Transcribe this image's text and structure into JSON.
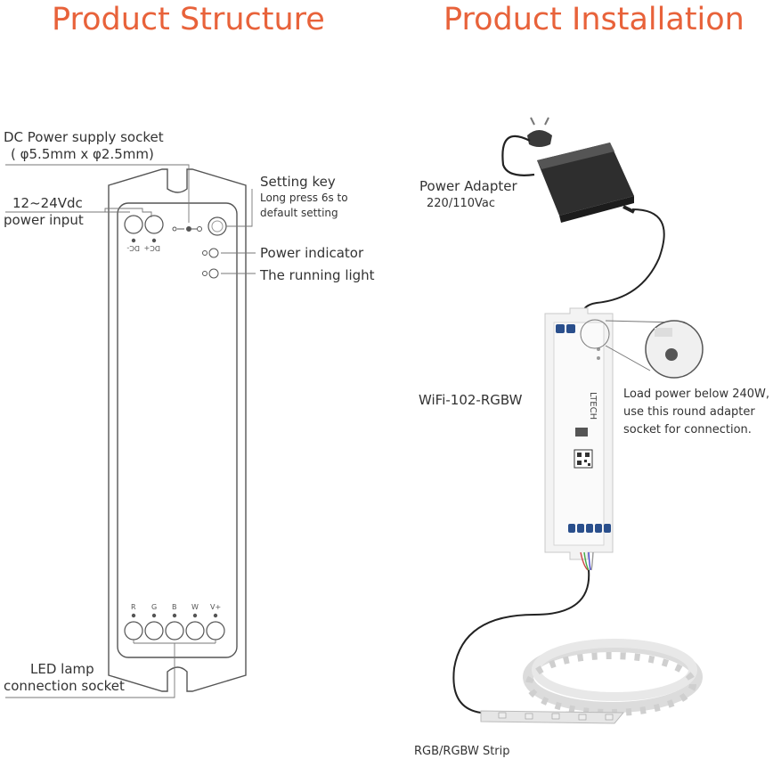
{
  "titles": {
    "structure": "Product Structure",
    "installation": "Product Installation"
  },
  "structure": {
    "dc_socket": {
      "line1": "DC Power supply socket",
      "line2": "( φ5.5mm x φ2.5mm)"
    },
    "power_input": {
      "line1": "12~24Vdc",
      "line2": "power input"
    },
    "setting_key": {
      "title": "Setting key",
      "line1": "Long press 6s to",
      "line2": "default setting"
    },
    "power_indicator": "Power indicator",
    "running_light": "The running light",
    "led_socket": {
      "line1": "LED lamp",
      "line2": "connection socket"
    },
    "terminals_top": [
      "DC-",
      "DC+"
    ],
    "terminals_bottom": [
      "R",
      "G",
      "B",
      "W",
      "V+"
    ]
  },
  "installation": {
    "adapter": {
      "line1": "Power Adapter",
      "line2": "220/110Vac"
    },
    "model": "WiFi-102-RGBW",
    "load_note": {
      "line1": "Load power below 240W,",
      "line2": "use this round adapter",
      "line3": "socket for connection."
    },
    "strip": "RGB/RGBW Strip",
    "brand": "LTECH"
  }
}
